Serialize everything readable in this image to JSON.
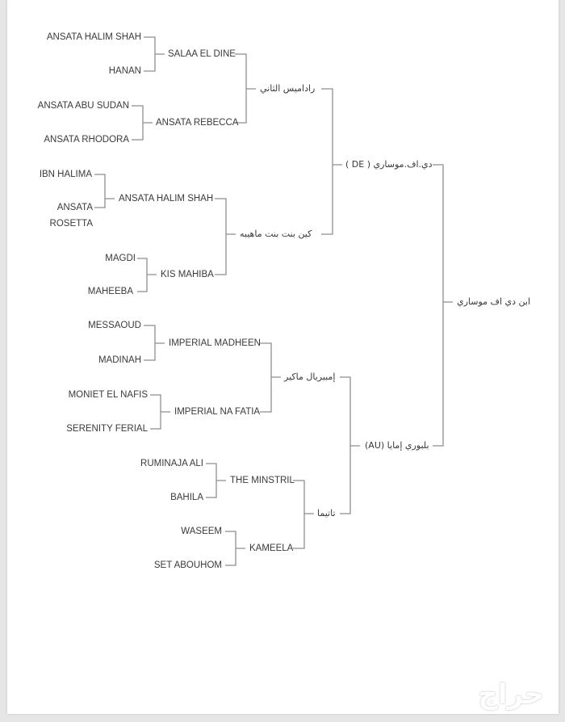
{
  "pedigree": {
    "subject": "ابن دي اف موساري",
    "sire": "دي.اف.موساري ( DE )",
    "dam": "بلبوري إمايا (AU)",
    "sire_sire": "رادامیس الثاني",
    "sire_dam": "كين بنت بنت ماهيبه",
    "dam_sire": "إمبيريال ماكير",
    "dam_dam": "تاتيما",
    "g3": [
      "SALAA EL DINE",
      "ANSATA REBECCA",
      "ANSATA HALIM SHAH",
      "KIS MAHIBA",
      "IMPERIAL MADHEEN",
      "IMPERIAL NA FATIA",
      "THE MINSTRIL",
      "KAMEELA"
    ],
    "g4": [
      "ANSATA HALIM SHAH",
      "HANAN",
      "ANSATA ABU SUDAN",
      "ANSATA RHODORA",
      "IBN HALIMA",
      "ANSATA",
      "ROSETTA",
      "MAGDI",
      "MAHEEBA",
      "MESSAOUD",
      "MADINAH",
      "MONIET EL NAFIS",
      "SERENITY FERIAL",
      "RUMINAJA ALI",
      "BAHILA",
      "WASEEM",
      "SET ABOUHOM"
    ]
  },
  "watermark": "حراج",
  "colors": {
    "line": "#8e8e8e",
    "text": "#3a3a3a"
  }
}
